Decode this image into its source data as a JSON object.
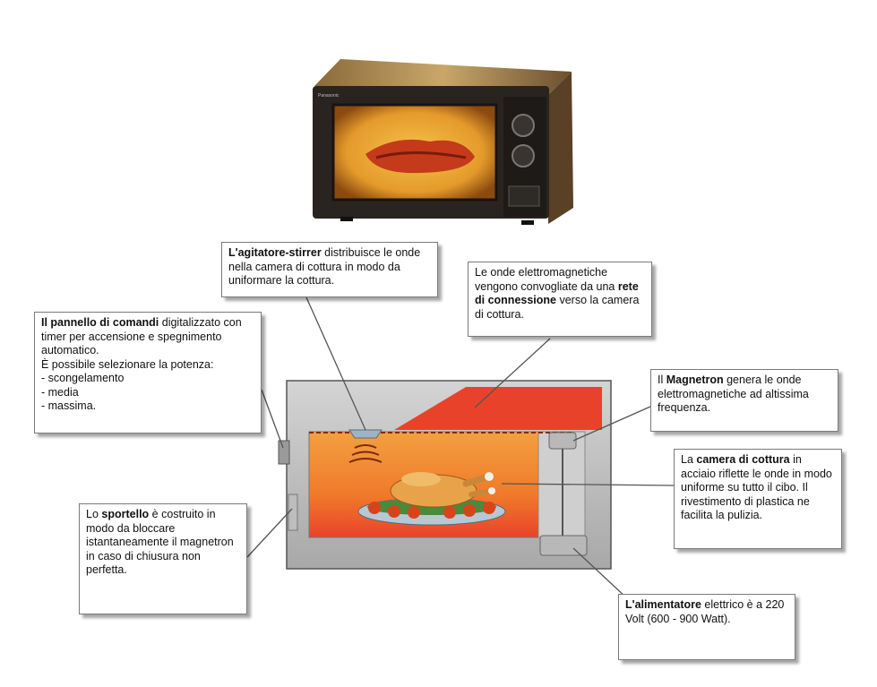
{
  "brand_label": "Panasonic",
  "colors": {
    "cabinet": "#c9c9c9",
    "cavity_red": "#e8432a",
    "cavity_orange": "#f39a3a",
    "plate": "#b7c8d4",
    "chicken": "#e8a34a",
    "box_border": "#7a7a7a"
  },
  "callouts": {
    "stirrer": {
      "bold": "L'agitatore-stirrer",
      "rest": " distribuisce le onde nella camera di cottura in modo da uniformare la cottura."
    },
    "waves": {
      "pre": "Le onde elettromagnetiche vengono convogliate da una ",
      "bold": "rete di connessione",
      "post": " verso la camera di cottura."
    },
    "panel": {
      "bold": "Il pannello di comandi",
      "rest": " digitalizzato con timer per accensione e spegnimento automatico.",
      "line2": "È possibile selezionare la potenza:",
      "options": [
        "- scongelamento",
        "- media",
        "- massima."
      ]
    },
    "magnetron": {
      "pre": "Il ",
      "bold": "Magnetron",
      "post": " genera le onde elettromagnetiche ad altissima frequenza."
    },
    "chamber": {
      "pre": "La ",
      "bold": "camera di cottura",
      "post": " in acciaio riflette le onde in modo uniforme su tutto il cibo. Il rivestimento di plastica ne facilita la pulizia."
    },
    "door": {
      "pre": "Lo ",
      "bold": "sportello",
      "post": " è costruito in modo da bloccare istantaneamente il magnetron in caso di chiusura non perfetta."
    },
    "power": {
      "bold": "L'alimentatore",
      "rest": " elettrico è a 220 Volt (600 - 900 Watt)."
    }
  }
}
